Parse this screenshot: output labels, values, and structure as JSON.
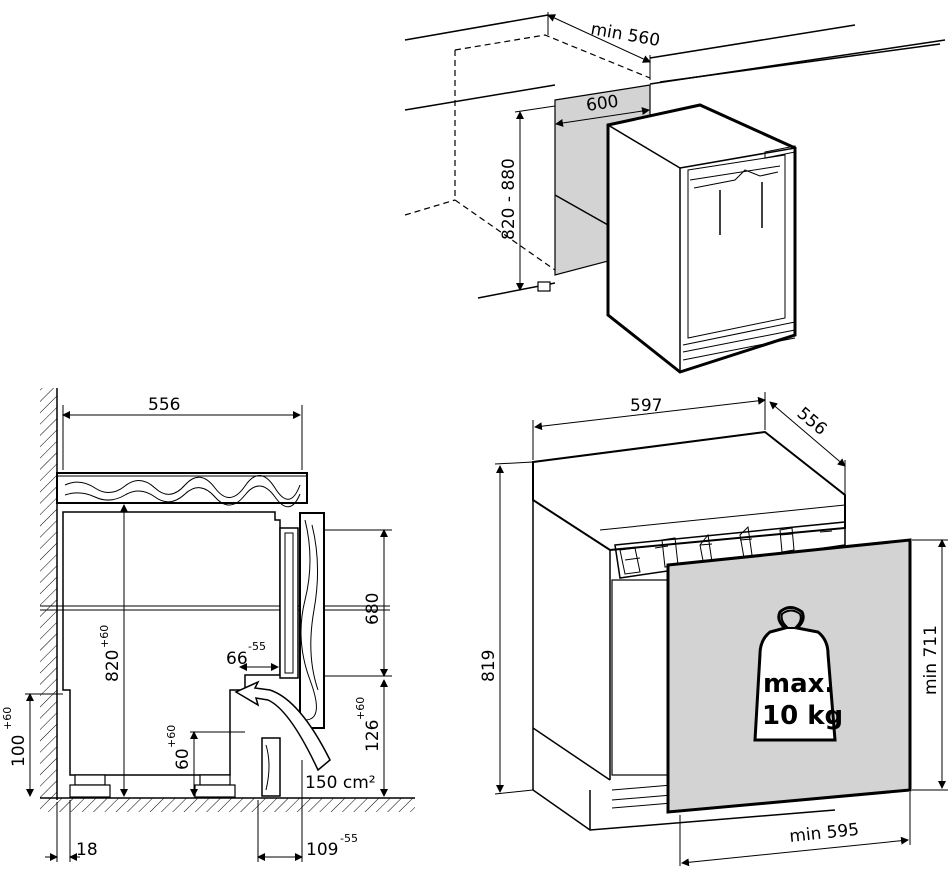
{
  "labels": {
    "min_depth_niche": "min 560",
    "width_niche": "600",
    "height_niche": "820 - 880",
    "side_depth": "556",
    "side_height_main": "820",
    "side_height_main_sup": "+60",
    "side_door_height": "680",
    "side_66": "66",
    "side_66_sup": "-55",
    "side_126": "126",
    "side_126_sup": "+60",
    "side_60": "60",
    "side_60_sup": "+60",
    "side_100": "100",
    "side_100_sup": "+60",
    "side_18": "18",
    "side_109": "109",
    "side_109_sup": "-55",
    "vent_area": "150 cm²",
    "appliance_width": "597",
    "appliance_depth": "556",
    "appliance_height": "819",
    "door_height": "min 711",
    "door_width": "min 595",
    "weight_line1": "max.",
    "weight_line2": "10 kg"
  }
}
